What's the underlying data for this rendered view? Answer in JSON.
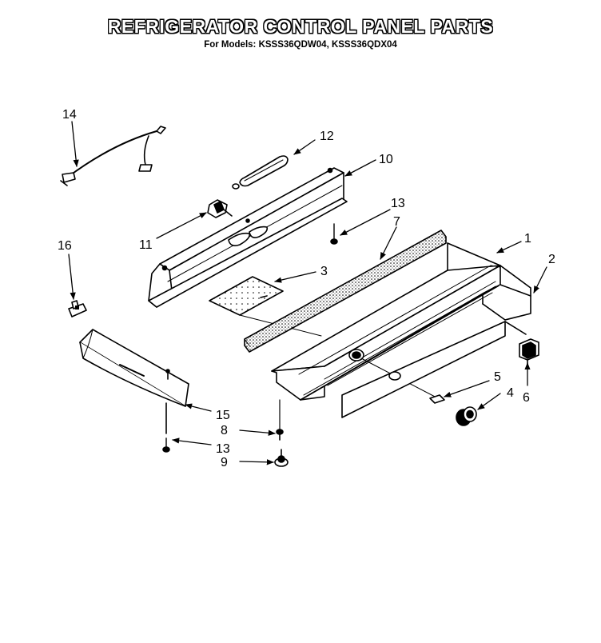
{
  "title": "REFRIGERATOR CONTROL PANEL PARTS",
  "subtitle": "For Models: KSSS36QDW04, KSSS36QDX04",
  "callouts": {
    "c1": "1",
    "c2": "2",
    "c3": "3",
    "c4": "4",
    "c5": "5",
    "c6": "6",
    "c7": "7",
    "c8": "8",
    "c9": "9",
    "c10": "10",
    "c11": "11",
    "c12": "12",
    "c13a": "13",
    "c13b": "13",
    "c14": "14",
    "c15": "15",
    "c16": "16"
  }
}
